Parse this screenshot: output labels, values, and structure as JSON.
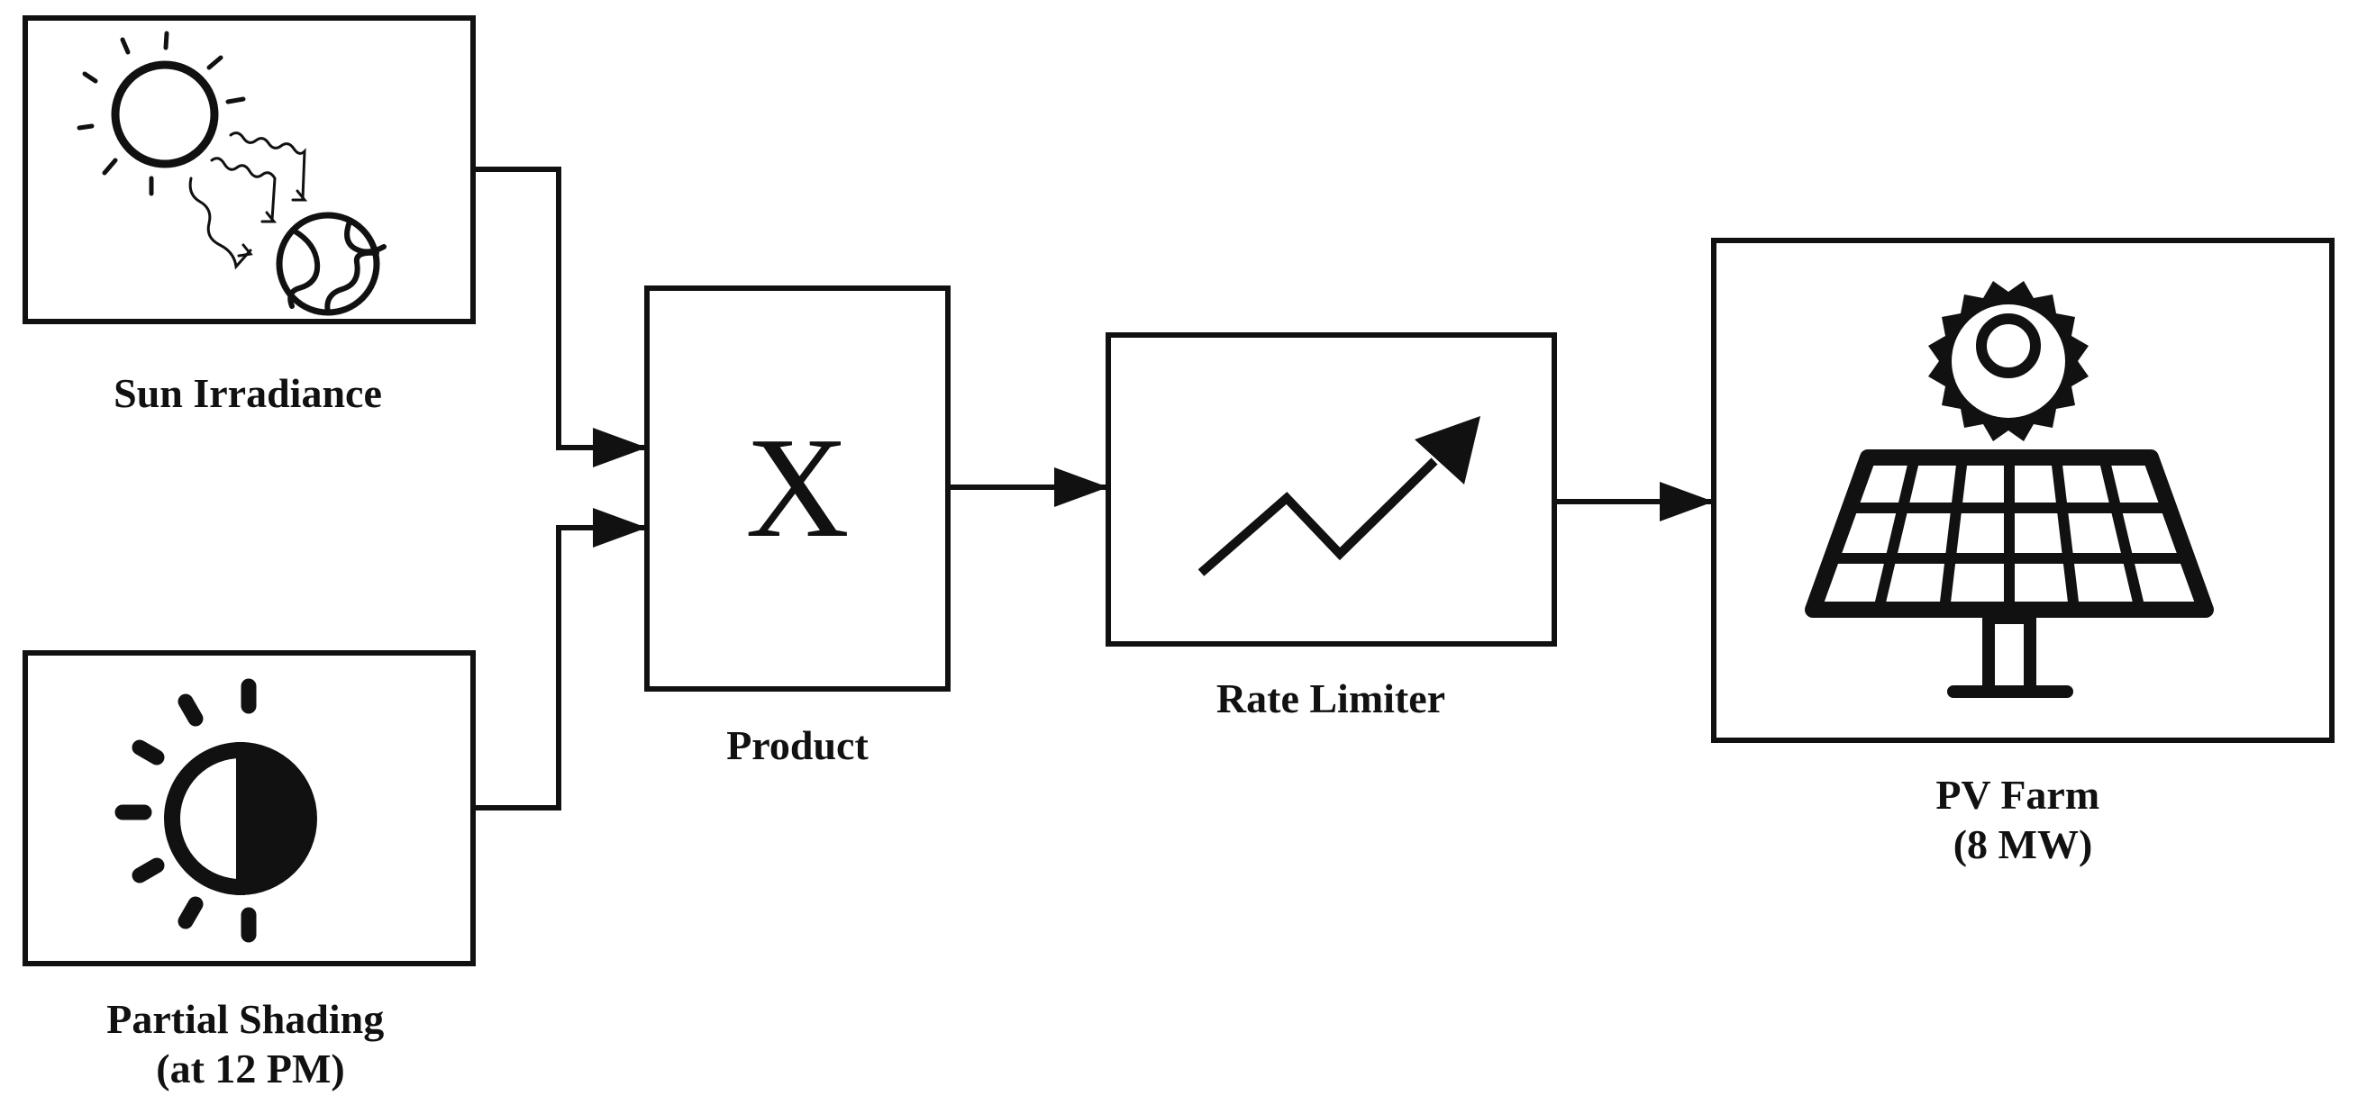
{
  "blocks": {
    "sun_irradiance": {
      "label": "Sun Irradiance",
      "icon": "sun-earth-rays-icon"
    },
    "partial_shading": {
      "label_line1": "Partial Shading",
      "label_line2": "(at 12 PM)",
      "icon": "half-sun-icon"
    },
    "product": {
      "label": "Product",
      "symbol": "X"
    },
    "rate_limiter": {
      "label": "Rate Limiter",
      "icon": "trend-up-arrow-icon"
    },
    "pv_farm": {
      "label_line1": "PV Farm",
      "label_line2": "(8 MW)",
      "icon": "solar-panel-icon"
    }
  },
  "colors": {
    "ink": "#111111",
    "background": "#ffffff"
  }
}
